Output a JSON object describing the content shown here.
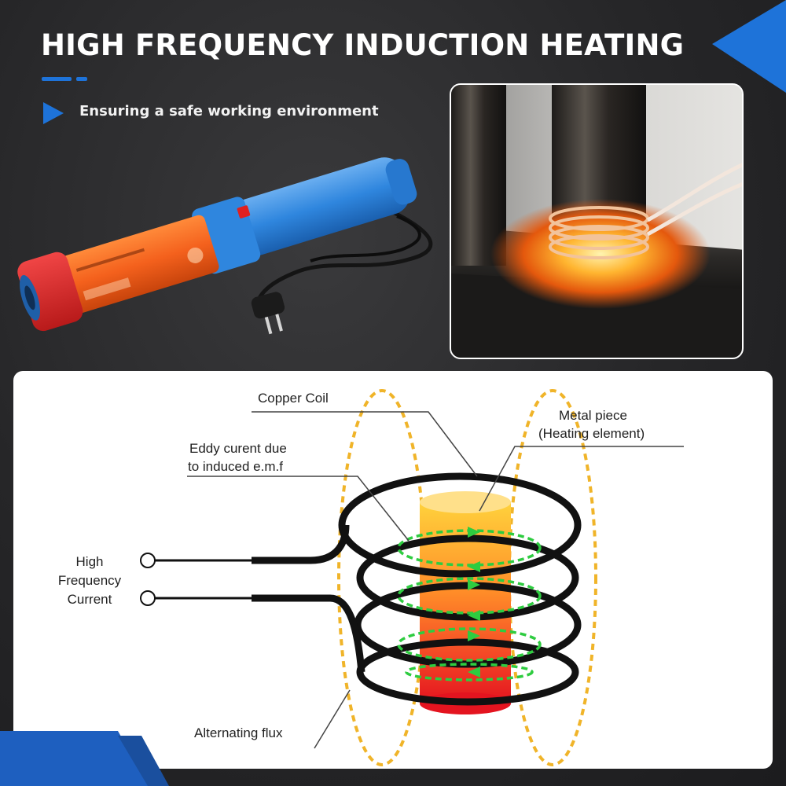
{
  "header": {
    "title": "HIGH FREQUENCY INDUCTION HEATING",
    "subtitle": "Ensuring a safe working environment"
  },
  "diagram": {
    "labels": {
      "copper_coil": "Copper Coil",
      "metal_piece_line1": "Metal piece",
      "metal_piece_line2": "(Heating element)",
      "eddy_line1": "Eddy curent due",
      "eddy_line2": "to induced e.m.f",
      "hf_line1": "High",
      "hf_line2": "Frequency",
      "hf_line3": "Current",
      "flux": "Alternating flux"
    }
  },
  "colors": {
    "accent_blue": "#1e73d9",
    "flux_yellow": "#f0b429",
    "eddy_green": "#2ecc40",
    "coil_black": "#111111"
  },
  "icons": {
    "bullet": "play-triangle-icon",
    "corner": "corner-triangle-icon"
  }
}
